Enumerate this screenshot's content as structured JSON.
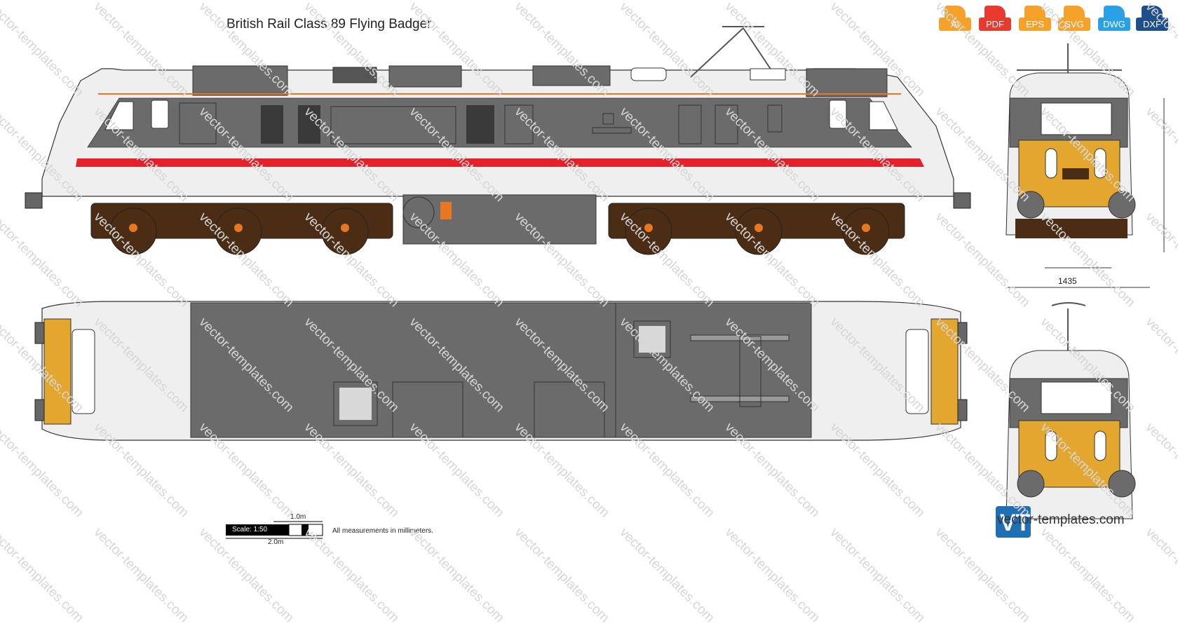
{
  "title": "British Rail Class 89 Flying Badger",
  "formats": [
    {
      "label": "Ai",
      "color": "#f5a12a"
    },
    {
      "label": "PDF",
      "color": "#e63b2e"
    },
    {
      "label": "EPS",
      "color": "#f5a12a"
    },
    {
      "label": "SVG",
      "color": "#f5a12a"
    },
    {
      "label": "DWG",
      "color": "#2aa0e6"
    },
    {
      "label": "DXF",
      "color": "#1d4f8a"
    }
  ],
  "scale": {
    "label": "Scale: 1:50",
    "top_mark": "1.0m",
    "bottom_mark": "2.0m",
    "note": "All measurements in millimeters."
  },
  "gauge": "1435",
  "watermark": "vector-templates.com",
  "brand": {
    "logo": "VT",
    "name": "vector-templates.com"
  },
  "colors": {
    "body": "#f0f0f0",
    "roof": "#6b6b6b",
    "stripe": "#e4202a",
    "frame": "#4a2d14",
    "end": "#e3a72f"
  }
}
